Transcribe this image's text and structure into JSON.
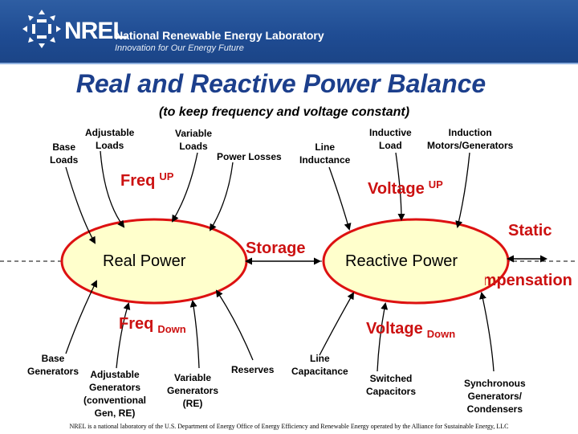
{
  "header": {
    "logo_word": "NREL",
    "lab_name": "National Renewable Energy Laboratory",
    "tagline": "Innovation for Our Energy Future"
  },
  "title": "Real and Reactive Power Balance",
  "subtitle": "(to keep frequency and voltage constant)",
  "top_labels": {
    "base_loads": "Base\nLoads",
    "adjustable_loads": "Adjustable\nLoads",
    "variable_loads": "Variable\nLoads",
    "power_losses": "Power Losses",
    "line_inductance": "Line\nInductance",
    "inductive_load": "Inductive\nLoad",
    "induction_motors": "Induction\nMotors/Generators"
  },
  "indicators": {
    "freq": "Freq",
    "up": "UP",
    "down": "Down",
    "voltage": "Voltage"
  },
  "center": {
    "real_power": "Real Power",
    "storage": "Storage",
    "reactive_power": "Reactive Power",
    "static": "Static",
    "compensation": "Compensation"
  },
  "bottom_labels": {
    "base_generators": "Base\nGenerators",
    "adjustable_generators": "Adjustable\nGenerators\n(conventional\nGen, RE)",
    "variable_generators": "Variable\nGenerators\n(RE)",
    "reserves": "Reserves",
    "line_capacitance": "Line\nCapacitance",
    "switched_capacitors": "Switched\nCapacitors",
    "synchronous_generators": "Synchronous\nGenerators/\nCondensers"
  },
  "footer": "NREL is a national laboratory of the U.S. Department of Energy Office of Energy Efficiency and Renewable Energy operated by the Alliance for Sustainable Energy, LLC",
  "colors": {
    "header_blue": "#1f4c93",
    "title_blue": "#1c3f8c",
    "indicator_red": "#cc1111",
    "ellipse_fill": "#ffffcc",
    "ellipse_stroke": "#dd1111"
  }
}
